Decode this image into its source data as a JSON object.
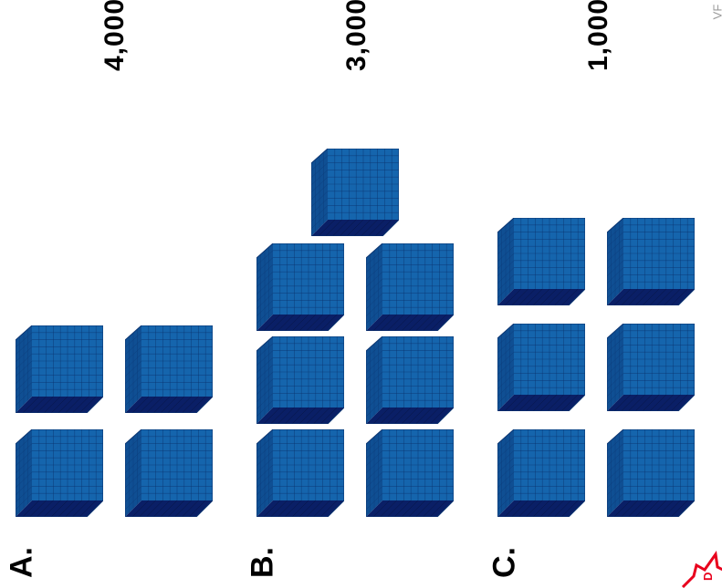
{
  "watermark": "VF",
  "options": [
    {
      "label": "A.",
      "number": "4,000",
      "cubes": 4
    },
    {
      "label": "B.",
      "number": "3,000",
      "cubes": 7
    },
    {
      "label": "C.",
      "number": "1,000",
      "cubes": 6
    }
  ],
  "badge": {
    "letter": "D"
  },
  "colors": {
    "cube_face": "#1565ad",
    "cube_dark": "#0a1f66",
    "cube_side": "#0f4f93",
    "grid_line": "#0b3470",
    "badge_red": "#e8001c"
  }
}
